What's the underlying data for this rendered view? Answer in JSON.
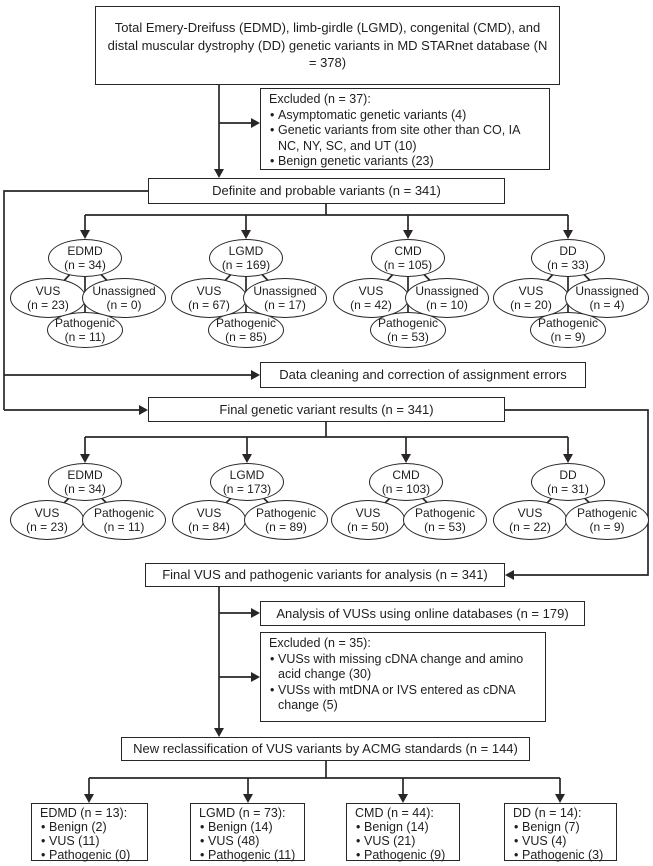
{
  "colors": {
    "line": "#2a2627",
    "text": "#211d1e",
    "background": "#ffffff"
  },
  "boxes": {
    "total": {
      "text": "Total Emery-Dreifuss (EDMD), limb-girdle (LGMD), congenital (CMD), and distal muscular dystrophy (DD) genetic variants in MD STARnet database (N = 378)"
    },
    "excluded_top": {
      "title": "Excluded (n = 37):",
      "items": [
        "Asymptomatic genetic variants (4)",
        "Genetic variants from site other than CO, IA NC, NY, SC, and UT (10)",
        "Benign genetic variants (23)"
      ]
    },
    "definite": {
      "text": "Definite and probable variants (n = 341)"
    },
    "data_cleaning": {
      "text": "Data cleaning and correction of assignment errors"
    },
    "final_results": {
      "text": "Final genetic variant results (n = 341)"
    },
    "final_vus": {
      "text": "Final VUS and pathogenic variants for analysis (n = 341)"
    },
    "analysis": {
      "text": "Analysis of VUSs using online databases (n = 179)"
    },
    "excluded_mid": {
      "title": "Excluded (n = 35):",
      "items": [
        "VUSs with missing cDNA change and amino acid change (30)",
        "VUSs with mtDNA or IVS entered as cDNA change (5)"
      ]
    },
    "reclass": {
      "text": "New reclassification of VUS variants by ACMG standards (n = 144)"
    }
  },
  "row1": [
    {
      "label": "EDMD",
      "n": "(n = 34)",
      "children": [
        {
          "label": "VUS",
          "n": "(n = 23)"
        },
        {
          "label": "Unassigned",
          "n": "(n = 0)"
        },
        {
          "label": "Pathogenic",
          "n": "(n = 11)"
        }
      ]
    },
    {
      "label": "LGMD",
      "n": "(n = 169)",
      "children": [
        {
          "label": "VUS",
          "n": "(n = 67)"
        },
        {
          "label": "Unassigned",
          "n": "(n = 17)"
        },
        {
          "label": "Pathogenic",
          "n": "(n = 85)"
        }
      ]
    },
    {
      "label": "CMD",
      "n": "(n = 105)",
      "children": [
        {
          "label": "VUS",
          "n": "(n = 42)"
        },
        {
          "label": "Unassigned",
          "n": "(n = 10)"
        },
        {
          "label": "Pathogenic",
          "n": "(n = 53)"
        }
      ]
    },
    {
      "label": "DD",
      "n": "(n = 33)",
      "children": [
        {
          "label": "VUS",
          "n": "(n = 20)"
        },
        {
          "label": "Unassigned",
          "n": "(n = 4)"
        },
        {
          "label": "Pathogenic",
          "n": "(n = 9)"
        }
      ]
    }
  ],
  "row2": [
    {
      "label": "EDMD",
      "n": "(n = 34)",
      "children": [
        {
          "label": "VUS",
          "n": "(n = 23)"
        },
        {
          "label": "Pathogenic",
          "n": "(n = 11)"
        }
      ]
    },
    {
      "label": "LGMD",
      "n": "(n = 173)",
      "children": [
        {
          "label": "VUS",
          "n": "(n = 84)"
        },
        {
          "label": "Pathogenic",
          "n": "(n = 89)"
        }
      ]
    },
    {
      "label": "CMD",
      "n": "(n = 103)",
      "children": [
        {
          "label": "VUS",
          "n": "(n = 50)"
        },
        {
          "label": "Pathogenic",
          "n": "(n = 53)"
        }
      ]
    },
    {
      "label": "DD",
      "n": "(n = 31)",
      "children": [
        {
          "label": "VUS",
          "n": "(n = 22)"
        },
        {
          "label": "Pathogenic",
          "n": "(n = 9)"
        }
      ]
    }
  ],
  "outcomes": [
    {
      "title": "EDMD (n = 13):",
      "items": [
        "Benign (2)",
        "VUS (11)",
        "Pathogenic (0)"
      ]
    },
    {
      "title": "LGMD (n = 73):",
      "items": [
        "Benign (14)",
        "VUS (48)",
        "Pathogenic (11)"
      ]
    },
    {
      "title": "CMD (n = 44):",
      "items": [
        "Benign (14)",
        "VUS (21)",
        "Pathogenic (9)"
      ]
    },
    {
      "title": "DD (n = 14):",
      "items": [
        "Benign (7)",
        "VUS (4)",
        "Pathogenic (3)"
      ]
    }
  ]
}
